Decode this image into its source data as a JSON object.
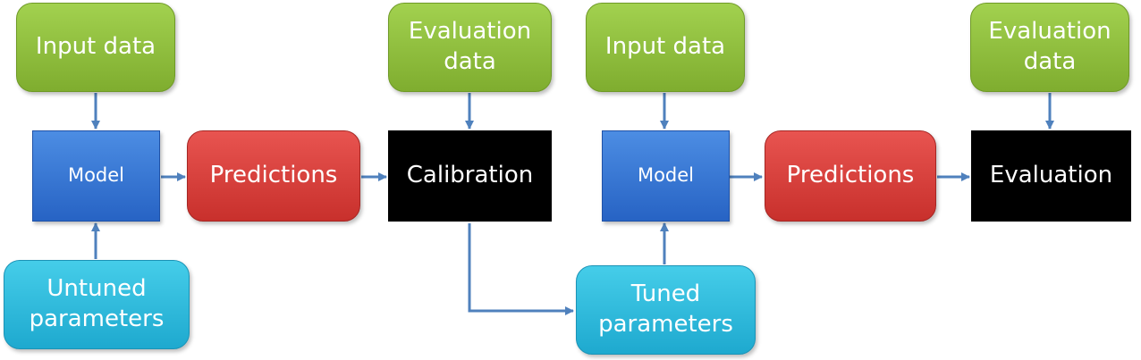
{
  "colors": {
    "input_green": "#8dbf3b",
    "parameters_cyan": "#2eb8dc",
    "model_blue": "#3775d3",
    "predictions_red": "#d63d39",
    "process_black": "#000000",
    "arrow": "#4f81bd"
  },
  "nodes": {
    "input_data_1": "Input data",
    "model_1": "Model",
    "untuned_parameters": "Untuned\nparameters",
    "predictions_1": "Predictions",
    "evaluation_data_1": "Evaluation\ndata",
    "calibration": "Calibration",
    "input_data_2": "Input data",
    "model_2": "Model",
    "tuned_parameters": "Tuned\nparameters",
    "predictions_2": "Predictions",
    "evaluation_data_2": "Evaluation\ndata",
    "evaluation": "Evaluation"
  }
}
